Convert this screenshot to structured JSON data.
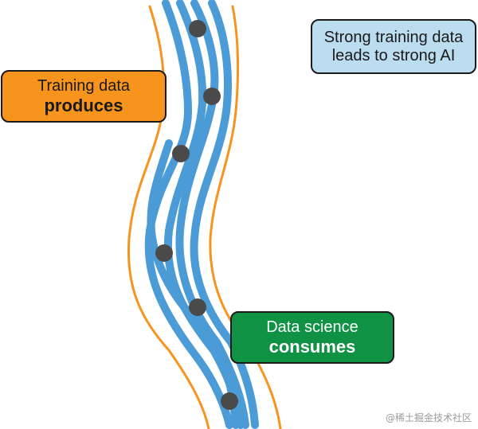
{
  "callouts": {
    "training": {
      "line1": "Training data",
      "line2": "produces"
    },
    "science": {
      "line1": "Data science",
      "line2": "consumes"
    },
    "strong": {
      "line1": "Strong training data",
      "line2": "leads to strong AI"
    }
  },
  "watermark": "@稀土掘金技术社区",
  "colors": {
    "stream_blue": "#4a9bd6",
    "bank_orange": "#f7941d",
    "node_gray": "#4a4a4a",
    "training_box": "#f7941d",
    "science_box": "#0f9243",
    "strong_box": "#bcdcef"
  }
}
